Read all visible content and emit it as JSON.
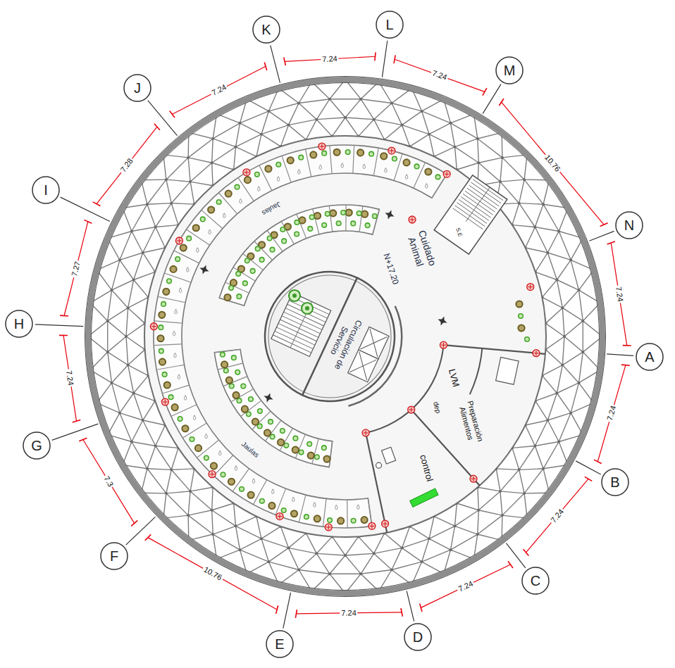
{
  "diagram": {
    "nodes": [
      {
        "text": [
          "K"
        ]
      },
      {
        "text": [
          "L"
        ]
      },
      {
        "text": [
          "M"
        ]
      },
      {
        "text": [
          "N"
        ]
      },
      {
        "text": [
          "A"
        ]
      },
      {
        "text": [
          "B"
        ]
      },
      {
        "text": [
          "C"
        ]
      },
      {
        "text": [
          "D"
        ]
      },
      {
        "text": [
          "E"
        ]
      },
      {
        "text": [
          "F"
        ]
      },
      {
        "text": [
          "G"
        ]
      },
      {
        "text": [
          "H"
        ]
      },
      {
        "text": [
          "I"
        ]
      },
      {
        "text": [
          "J"
        ]
      }
    ],
    "labels": [
      "7.24",
      "7.24",
      "10.76",
      "7.24",
      "7.24",
      "7.24",
      "7.24",
      "7.24",
      "10.76",
      "7.3",
      "7.24",
      "7.27",
      "7.28",
      "7.24",
      "Jaulas",
      "Cuidado Animal",
      "N+17.20",
      "S.E",
      "Circulación de Servicio",
      "LVM",
      "dep",
      "Preparación Alimentos",
      "control",
      "Jaulas"
    ]
  }
}
